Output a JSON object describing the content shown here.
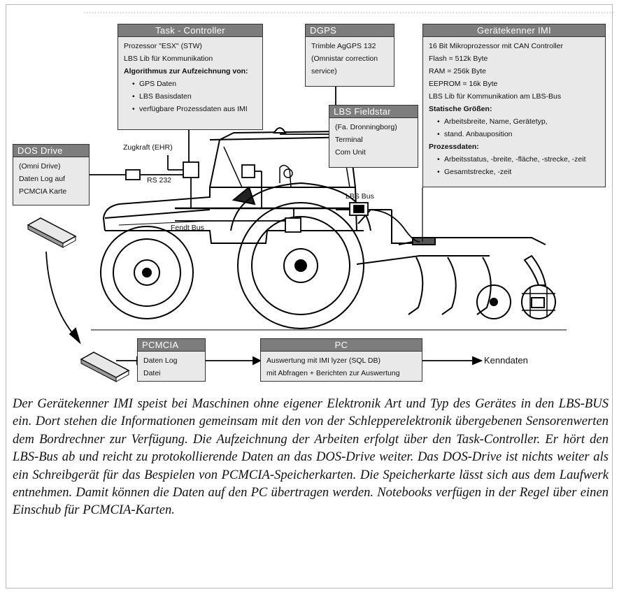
{
  "task_controller": {
    "title": "Task - Controller",
    "lines": [
      {
        "text": "Prozessor \"ESX\" (STW)",
        "style": "normal"
      },
      {
        "text": "LBS Lib für Kommunikation",
        "style": "normal"
      },
      {
        "text": "Algorithmus zur Aufzeichnung von:",
        "style": "strong"
      },
      {
        "text": "GPS Daten",
        "style": "bullet"
      },
      {
        "text": "LBS Basisdaten",
        "style": "bullet"
      },
      {
        "text": "verfügbare Prozessdaten aus IMI",
        "style": "bullet"
      }
    ]
  },
  "dgps": {
    "title": "DGPS",
    "lines": [
      {
        "text": "Trimble AgGPS 132",
        "style": "normal"
      },
      {
        "text": "(Omnistar correction",
        "style": "normal"
      },
      {
        "text": "service)",
        "style": "normal"
      }
    ]
  },
  "imi": {
    "title": "Gerätekenner IMI",
    "lines": [
      {
        "text": "16 Bit Mikroprozessor mit CAN Controller",
        "style": "normal"
      },
      {
        "text": "Flash = 512k Byte",
        "style": "normal"
      },
      {
        "text": "RAM = 256k Byte",
        "style": "normal"
      },
      {
        "text": "EEPROM = 16k Byte",
        "style": "normal"
      },
      {
        "text": "LBS Lib für Kommunikation am LBS-Bus",
        "style": "normal"
      },
      {
        "text": "Statische Größen:",
        "style": "strong"
      },
      {
        "text": "Arbeitsbreite, Name, Gerätetyp,",
        "style": "bullet"
      },
      {
        "text": "stand. Anbauposition",
        "style": "bullet"
      },
      {
        "text": "Prozessdaten:",
        "style": "strong"
      },
      {
        "text": "Arbeitsstatus, -breite, -fläche, -strecke, -zeit",
        "style": "bullet"
      },
      {
        "text": "Gesamtstrecke, -zeit",
        "style": "bullet"
      }
    ]
  },
  "fieldstar": {
    "title": "LBS Fieldstar",
    "lines": [
      {
        "text": "(Fa. Dronningborg)",
        "style": "normal"
      },
      {
        "text": "Terminal",
        "style": "normal"
      },
      {
        "text": "Com Unit",
        "style": "normal"
      }
    ]
  },
  "dos_drive": {
    "title": "DOS Drive",
    "lines": [
      {
        "text": "(Omni Drive)",
        "style": "normal"
      },
      {
        "text": "Daten Log auf",
        "style": "normal"
      },
      {
        "text": "PCMCIA Karte",
        "style": "normal"
      }
    ]
  },
  "pcmcia": {
    "title": "PCMCIA",
    "lines": [
      {
        "text": "Daten Log",
        "style": "normal"
      },
      {
        "text": "Datei",
        "style": "normal"
      }
    ]
  },
  "pc": {
    "title": "PC",
    "lines": [
      {
        "text": "Auswertung mit IMI lyzer (SQL DB)",
        "style": "normal"
      },
      {
        "text": "mit Abfragen + Berichten zur Auswertung",
        "style": "normal"
      }
    ]
  },
  "labels": {
    "zugkraft": "Zugkraft (EHR)",
    "rs232": "RS 232",
    "lbs_bus": "LBS Bus",
    "fendt_bus": "Fendt Bus",
    "kenndaten": "Kenndaten"
  },
  "caption": "Der Gerätekenner IMI speist bei Maschinen ohne eigener Elektronik Art und Typ des Gerätes in den LBS-BUS ein. Dort stehen die Informationen gemeinsam mit den von der Schlepperelektronik übergebenen Sensorenwerten dem Bordrechner zur Verfügung. Die Aufzeichnung der Arbeiten erfolgt über den Task-Controller. Er hört den LBS-Bus ab und reicht zu protokollierende Daten an das DOS-Drive weiter. Das DOS-Drive ist nichts weiter als ein Schreibgerät für das Bespielen von PCMCIA-Speicherkarten. Die Speicherkarte lässt sich aus dem Laufwerk entnehmen. Damit können die Daten auf den PC übertragen werden. Notebooks verfügen in der Regel über einen Einschub für PCMCIA-Karten."
}
